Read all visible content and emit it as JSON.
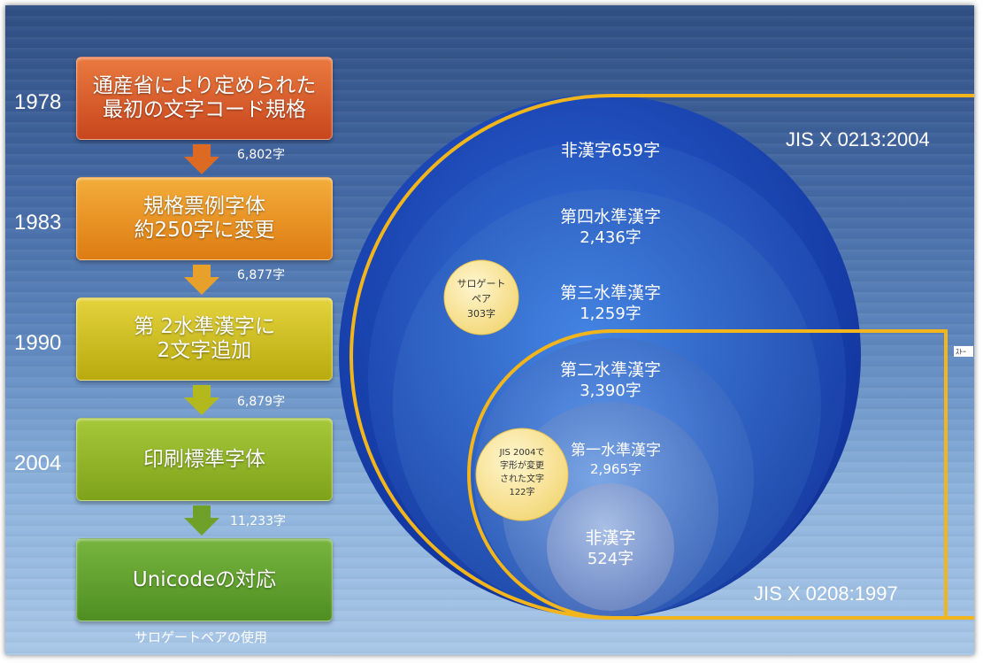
{
  "timeline": [
    {
      "year": "1978",
      "line1": "通産省により定められた",
      "line2": "最初の文字コード規格",
      "color_top": "#ea7a3f",
      "color_bottom": "#c8461d"
    },
    {
      "year": "1983",
      "line1": "規格票例字体",
      "line2": "約250字に変更",
      "color_top": "#f4ad3a",
      "color_bottom": "#dd7c12"
    },
    {
      "year": "1990",
      "line1": "第 2水準漢字に",
      "line2": "2文字追加",
      "color_top": "#e5d33d",
      "color_bottom": "#b8aa0f"
    },
    {
      "year": "2004",
      "line1": "印刷標準字体",
      "line2": "",
      "color_top": "#a6c83a",
      "color_bottom": "#7ea21a"
    },
    {
      "year": "",
      "line1": "Unicodeの対応",
      "line2": "",
      "color_top": "#78b53f",
      "color_bottom": "#4e8e22"
    }
  ],
  "counts": [
    "6,802字",
    "6,877字",
    "6,879字",
    "11,233字"
  ],
  "footnote": "サロゲートペアの使用",
  "diagram": {
    "outer_label": "JIS X 0213:2004",
    "inner_label": "JIS X 0208:1997",
    "small_tag": "ｽﾄｰ",
    "rings": [
      {
        "line1": "非漢字659字",
        "line2": ""
      },
      {
        "line1": "第四水準漢字",
        "line2": "2,436字"
      },
      {
        "line1": "第三水準漢字",
        "line2": "1,259字"
      },
      {
        "line1": "第二水準漢字",
        "line2": "3,390字"
      },
      {
        "line1": "第一水準漢字",
        "line2": "2,965字"
      },
      {
        "line1": "非漢字",
        "line2": "524字"
      }
    ],
    "bubble_surrogate": {
      "line1": "サロゲート",
      "line2": "ペア",
      "line3": "303字"
    },
    "bubble_changed": {
      "line1": "JIS 2004で",
      "line2": "字形が変更",
      "line3": "された文字",
      "line4": "122字"
    },
    "accent_color": "#f2b51c"
  }
}
